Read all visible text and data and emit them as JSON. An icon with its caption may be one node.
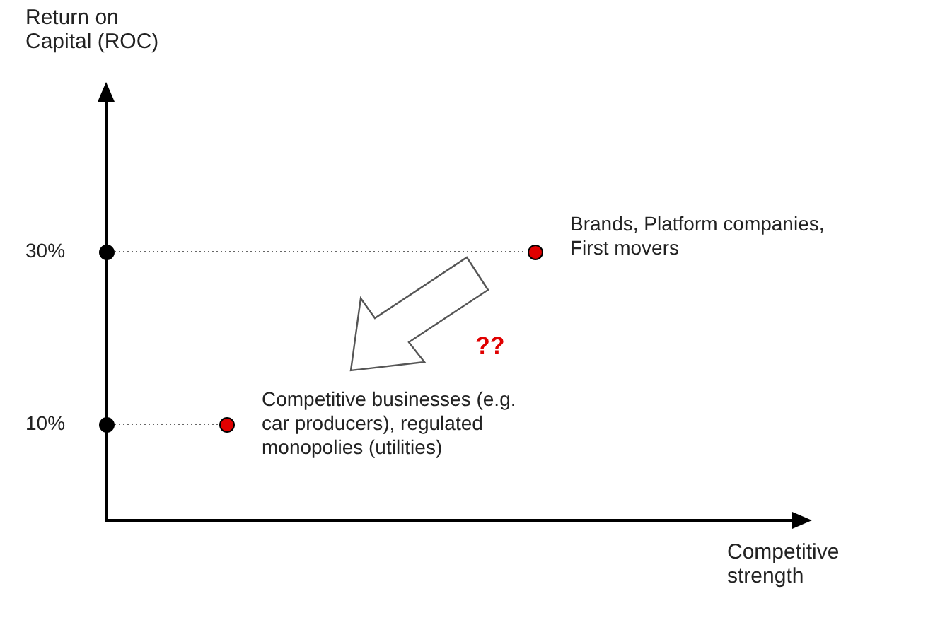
{
  "diagram": {
    "nodes": [
      {
        "text": [],
        "shape": "circle",
        "beside": [
          "30%"
        ]
      },
      {
        "text": [],
        "shape": "circle",
        "beside": [
          "Brands, Platform companies, First movers"
        ]
      },
      {
        "text": [],
        "shape": "circle",
        "beside": [
          "10%"
        ]
      },
      {
        "text": [],
        "shape": "circle",
        "beside": [
          "Competitive businesses (e.g. car producers), regulated monopolies (utilities)"
        ]
      }
    ],
    "edges": [
      {
        "from": 0,
        "to": 1,
        "arrow": "none",
        "style": "dashed"
      },
      {
        "from": 2,
        "to": 3,
        "arrow": "none",
        "style": "dashed"
      },
      {
        "from": 1,
        "to": 3,
        "arrow": "to",
        "style": "thick"
      }
    ],
    "labels": [
      "Return on Capital (ROC)",
      "??",
      "Competitive strength"
    ]
  }
}
